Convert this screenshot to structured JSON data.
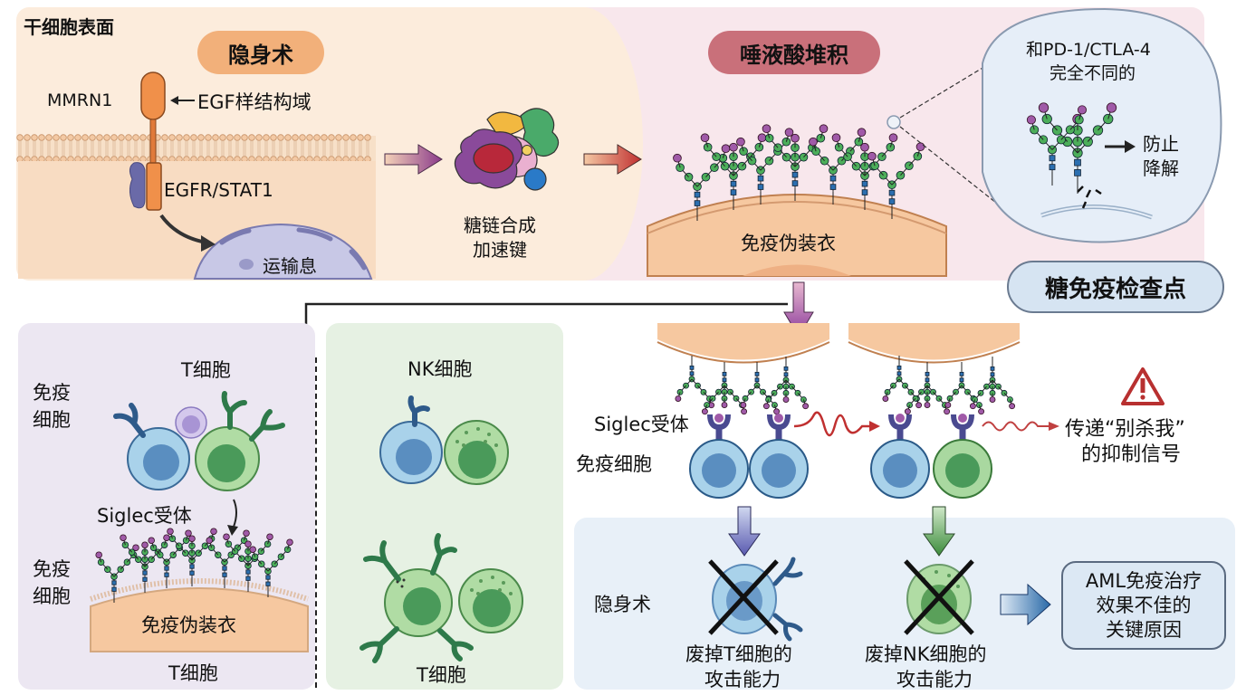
{
  "top_panel": {
    "section_title": "干细胞表面",
    "stealth_badge": "隐身术",
    "mmrn1_label": "MMRN1",
    "egf_domain_label": "EGF样结构域",
    "egfr_stat1_label": "EGFR/STAT1",
    "nucleus_label": "运输息",
    "enzyme_label_line1": "糖链合成",
    "enzyme_label_line2": "加速键",
    "sialic_badge": "唾液酸堆积",
    "camouflage_label": "免疫伪装衣",
    "zoom_bubble": {
      "title_line1": "和PD-1/CTLA-4",
      "title_line2": "完全不同的",
      "prevent_line1": "防止",
      "prevent_line2": "降解"
    },
    "glyco_checkpoint_badge": "糖免疫检查点"
  },
  "left_panel": {
    "top_cell_label": "T细胞",
    "immune_cells_label_line1": "免疫",
    "immune_cells_label_line2": "细胞",
    "siglec_label": "Siglec受体",
    "immune_cells_label2_line1": "免疫",
    "immune_cells_label2_line2": "细胞",
    "camouflage_label": "免疫伪装衣",
    "bottom_cell_label": "T细胞"
  },
  "middle_panel": {
    "nk_label": "NK细胞",
    "t_label": "T细胞"
  },
  "right_section": {
    "siglec_label": "Siglec受体",
    "immune_cells_label": "免疫细胞",
    "signal_line1": "传递“别杀我”",
    "signal_line2": "的抑制信号",
    "warning_icon": "warning-triangle"
  },
  "bottom_panel": {
    "stealth_label": "隐身术",
    "t_disable_line1": "废掉T细胞的",
    "t_disable_line2": "攻击能力",
    "nk_disable_line1": "废掉NK细胞的",
    "nk_disable_line2": "攻击能力",
    "result_line1": "AML免疫治疗",
    "result_line2": "效果不佳的",
    "result_line3": "关键原因"
  },
  "colors": {
    "peach_panel": "#fcebd9",
    "pink_panel": "#f8e6ea",
    "stealth_badge": "#f2b07a",
    "sialic_badge": "#c9707a",
    "checkpoint_badge": "#d6e4f2",
    "left_panel": "#ece7f2",
    "mid_panel": "#e6f1e3",
    "bottom_panel": "#e8f0f8",
    "t_cell": "#a9d2ea",
    "nk_cell": "#a9d8a0",
    "sialic": "#a05aa8",
    "galactose": "#4cae5a",
    "glcnac": "#2c6fb0"
  }
}
